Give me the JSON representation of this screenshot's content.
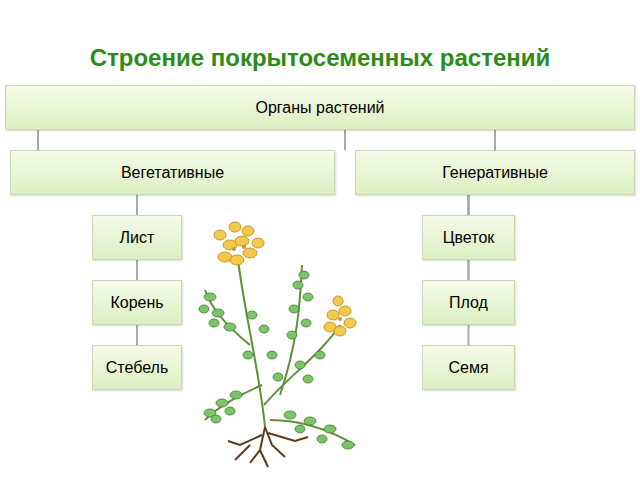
{
  "diagram": {
    "title": "Строение покрытосеменных растений",
    "nodes": [
      {
        "text": [
          "Органы растений"
        ]
      },
      {
        "text": [
          "Вегетативные"
        ]
      },
      {
        "text": [
          "Генеративные"
        ]
      },
      {
        "text": [
          "Лист"
        ]
      },
      {
        "text": [
          "Корень"
        ]
      },
      {
        "text": [
          "Стебель"
        ]
      },
      {
        "text": [
          "Цветок"
        ]
      },
      {
        "text": [
          "Плод"
        ]
      },
      {
        "text": [
          "Семя"
        ]
      }
    ],
    "edges": [
      {
        "from": 0,
        "to": 1,
        "arrow": "none"
      },
      {
        "from": 0,
        "to": 2,
        "arrow": "none"
      },
      {
        "from": 1,
        "to": 3,
        "arrow": "none"
      },
      {
        "from": 1,
        "to": 4,
        "arrow": "none"
      },
      {
        "from": 1,
        "to": 5,
        "arrow": "none"
      },
      {
        "from": 2,
        "to": 6,
        "arrow": "none"
      },
      {
        "from": 2,
        "to": 7,
        "arrow": "none"
      },
      {
        "from": 2,
        "to": 8,
        "arrow": "none"
      }
    ]
  }
}
